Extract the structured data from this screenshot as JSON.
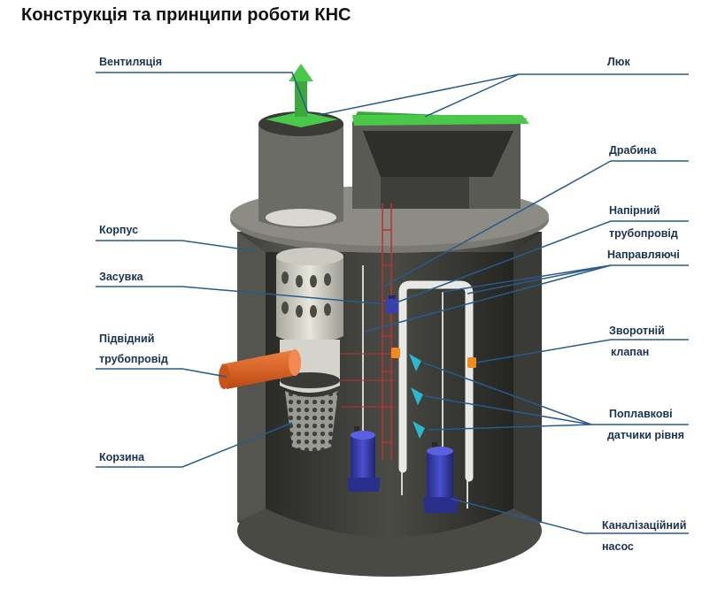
{
  "title": "Конструкція та принципи роботи КНС",
  "colors": {
    "label_text": "#1a3352",
    "leader_line": "#2a5a8a",
    "concrete": "#6a6a64",
    "lid_green": "#49c84a",
    "pipe_orange": "#e0611e",
    "pump_blue": "#3a3fb0"
  },
  "labels": {
    "ventilation": "Вентиляція",
    "hatch": "Люк",
    "ladder": "Драбина",
    "pressure_pipe_1": "Напірний",
    "pressure_pipe_2": "трубопровід",
    "guides": "Направляючі",
    "body": "Корпус",
    "gate_valve": "Засувка",
    "inlet_pipe_1": "Підвідний",
    "inlet_pipe_2": "трубопровід",
    "check_valve_1": "Зворотній",
    "check_valve_2": "клапан",
    "float_sensors_1": "Поплавкові",
    "float_sensors_2": "датчики рівня",
    "basket": "Корзина",
    "sewage_pump_1": "Каналізаційний",
    "sewage_pump_2": "насос"
  }
}
